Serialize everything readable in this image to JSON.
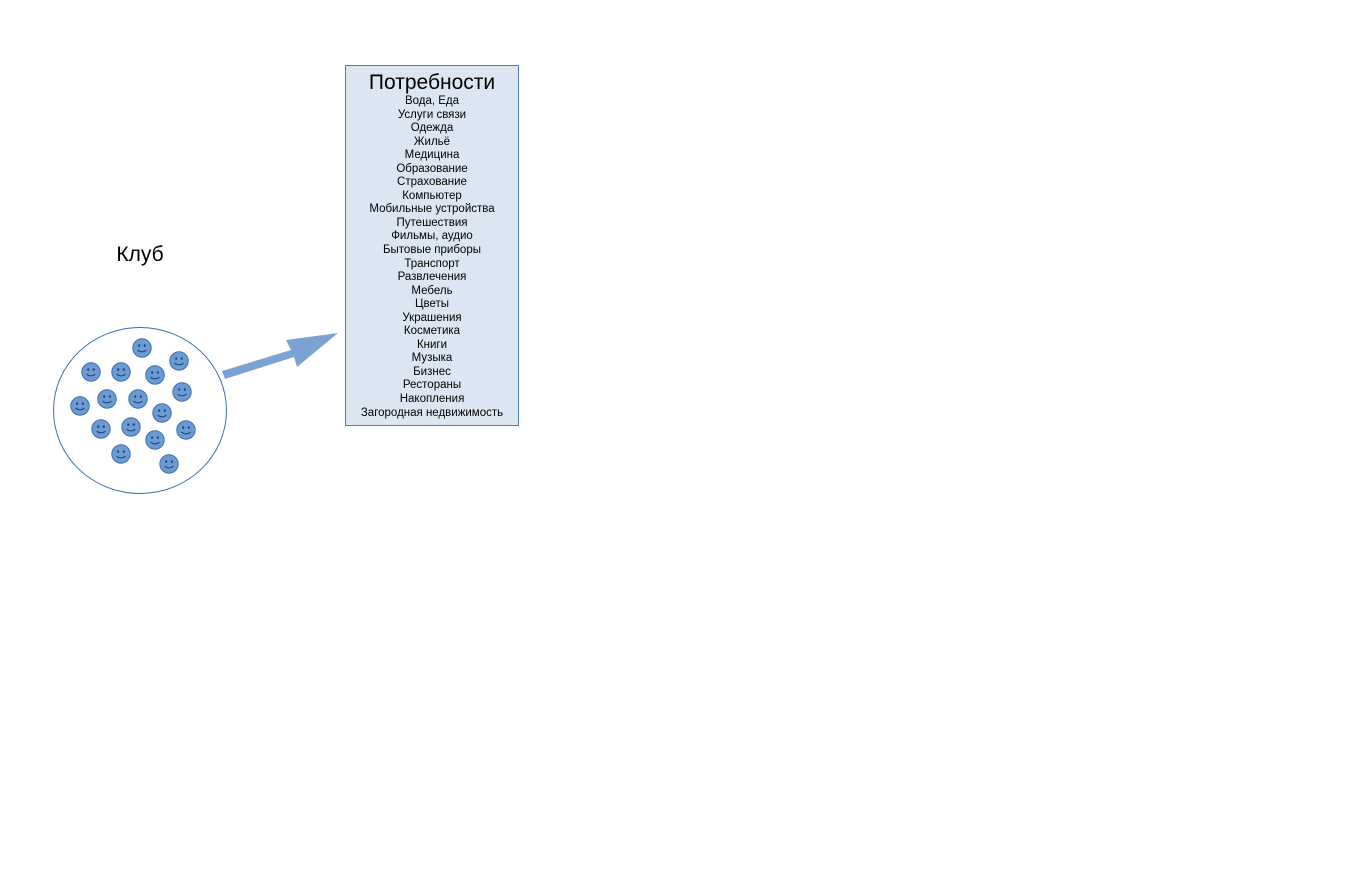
{
  "club": {
    "label": "Клуб",
    "member_count": 16
  },
  "needs": {
    "title": "Потребности",
    "items": [
      "Вода, Еда",
      "Услуги связи",
      "Одежда",
      "Жильё",
      "Медицина",
      "Образование",
      "Страхование",
      "Компьютер",
      "Мобильные устройства",
      "Путешествия",
      "Фильмы, аудио",
      "Бытовые приборы",
      "Транспорт",
      "Развлечения",
      "Мебель",
      "Цветы",
      "Украшения",
      "Косметика",
      "Книги",
      "Музыка",
      "Бизнес",
      "Рестораны",
      "Накопления",
      "Загородная недвижимость"
    ]
  },
  "colors": {
    "smiley_fill": "#6b9bd2",
    "smiley_stroke": "#3a6fb0",
    "arrow": "#7aa3d4",
    "box_fill": "#dce6f2",
    "box_border": "#4a7cb5",
    "circle_border": "#3a6fb0"
  },
  "icons": {
    "member": "smiley-face-icon",
    "connector": "arrow-right-icon"
  }
}
